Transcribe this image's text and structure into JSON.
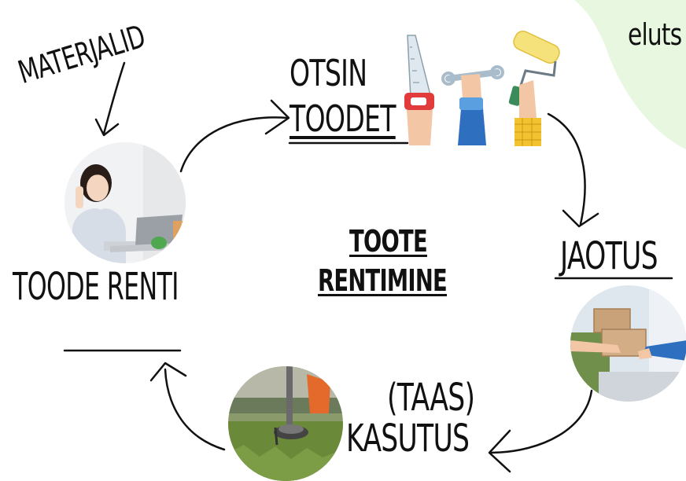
{
  "labels": {
    "corner_text": "eluts",
    "materials": "MATERJALID",
    "search_line1": "OTSIN",
    "search_line2": "TOODET",
    "distribution": "JAOTUS",
    "reuse_line1": "(TAAS)",
    "reuse_line2": "KASUTUS",
    "rent": "TOODE RENTI",
    "center_line1": "TOOTE",
    "center_line2": "RENTIMINE"
  },
  "colors": {
    "corner_wedge": "#e8f8e0",
    "ink": "#111111",
    "shirt_blue": "#2f6fc0",
    "sleeve_yellow": "#f2c230",
    "grass": "#6a8a3a",
    "box": "#c9a27a"
  },
  "icons": {
    "tools": [
      "saw-hand-icon",
      "wrench-hand-icon",
      "paint-roller-hand-icon"
    ],
    "photos": [
      "woman-laptop-photo",
      "package-handover-photo",
      "grass-trimmer-photo"
    ]
  }
}
